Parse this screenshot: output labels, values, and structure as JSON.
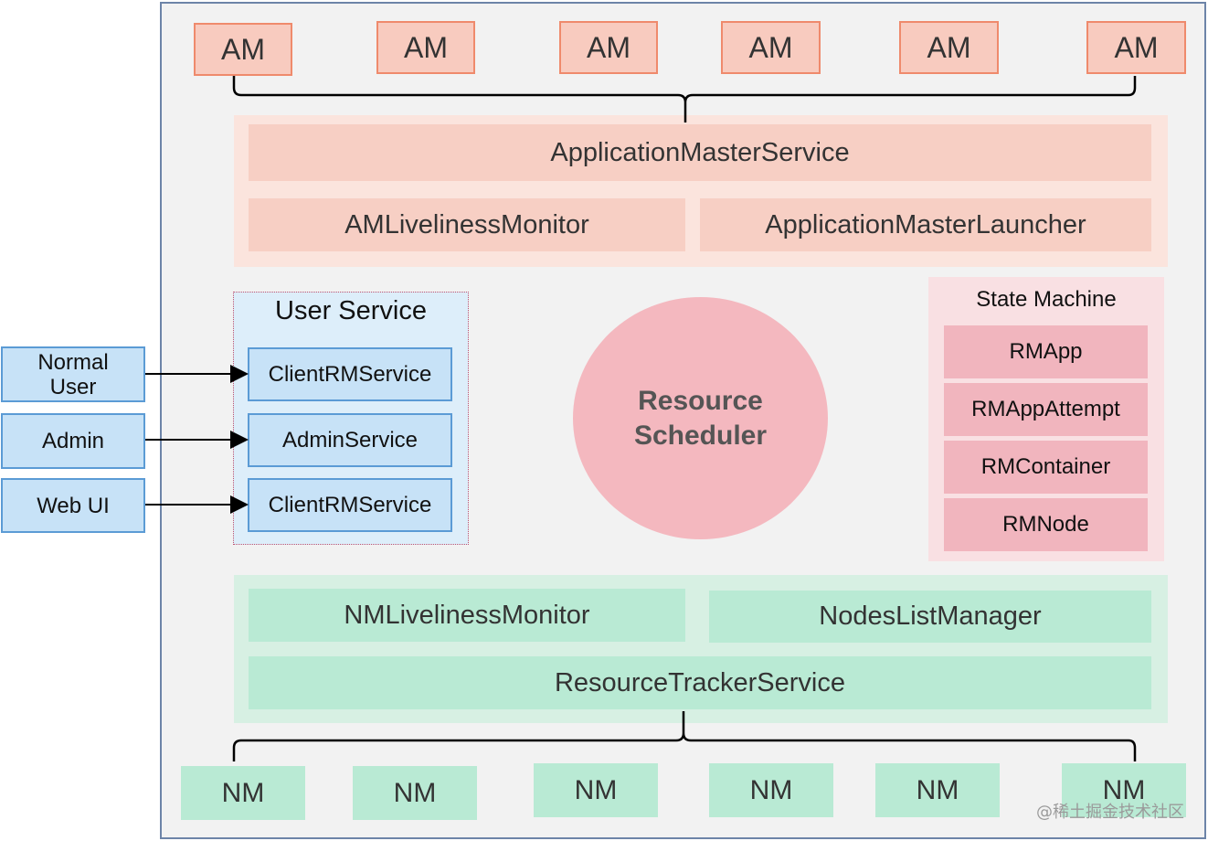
{
  "am_nodes": [
    "AM",
    "AM",
    "AM",
    "AM",
    "AM",
    "AM"
  ],
  "am_services": {
    "application_master_service": "ApplicationMasterService",
    "am_liveliness_monitor": "AMLivelinessMonitor",
    "application_master_launcher": "ApplicationMasterLauncher"
  },
  "user_service": {
    "title": "User Service",
    "services": [
      "ClientRMService",
      "AdminService",
      "ClientRMService"
    ]
  },
  "actors": [
    "Normal User",
    "Admin",
    "Web UI"
  ],
  "resource_scheduler": "Resource Scheduler",
  "state_machine": {
    "title": "State Machine",
    "items": [
      "RMApp",
      "RMAppAttempt",
      "RMContainer",
      "RMNode"
    ]
  },
  "nm_services": {
    "nm_liveliness_monitor": "NMLivelinessMonitor",
    "nodes_list_manager": "NodesListManager",
    "resource_tracker_service": "ResourceTrackerService"
  },
  "nm_nodes": [
    "NM",
    "NM",
    "NM",
    "NM",
    "NM",
    "NM"
  ],
  "watermark": "@稀土掘金技术社区",
  "colors": {
    "am_fill": "#f8cbbf",
    "am_border": "#ef8a6c",
    "user_fill": "#c7e2f7",
    "user_border": "#5b9bd5",
    "state_fill": "#f1b5be",
    "scheduler_fill": "#f4b8bf",
    "nm_fill": "#b9ead4",
    "frame_border": "#6d84a8"
  }
}
